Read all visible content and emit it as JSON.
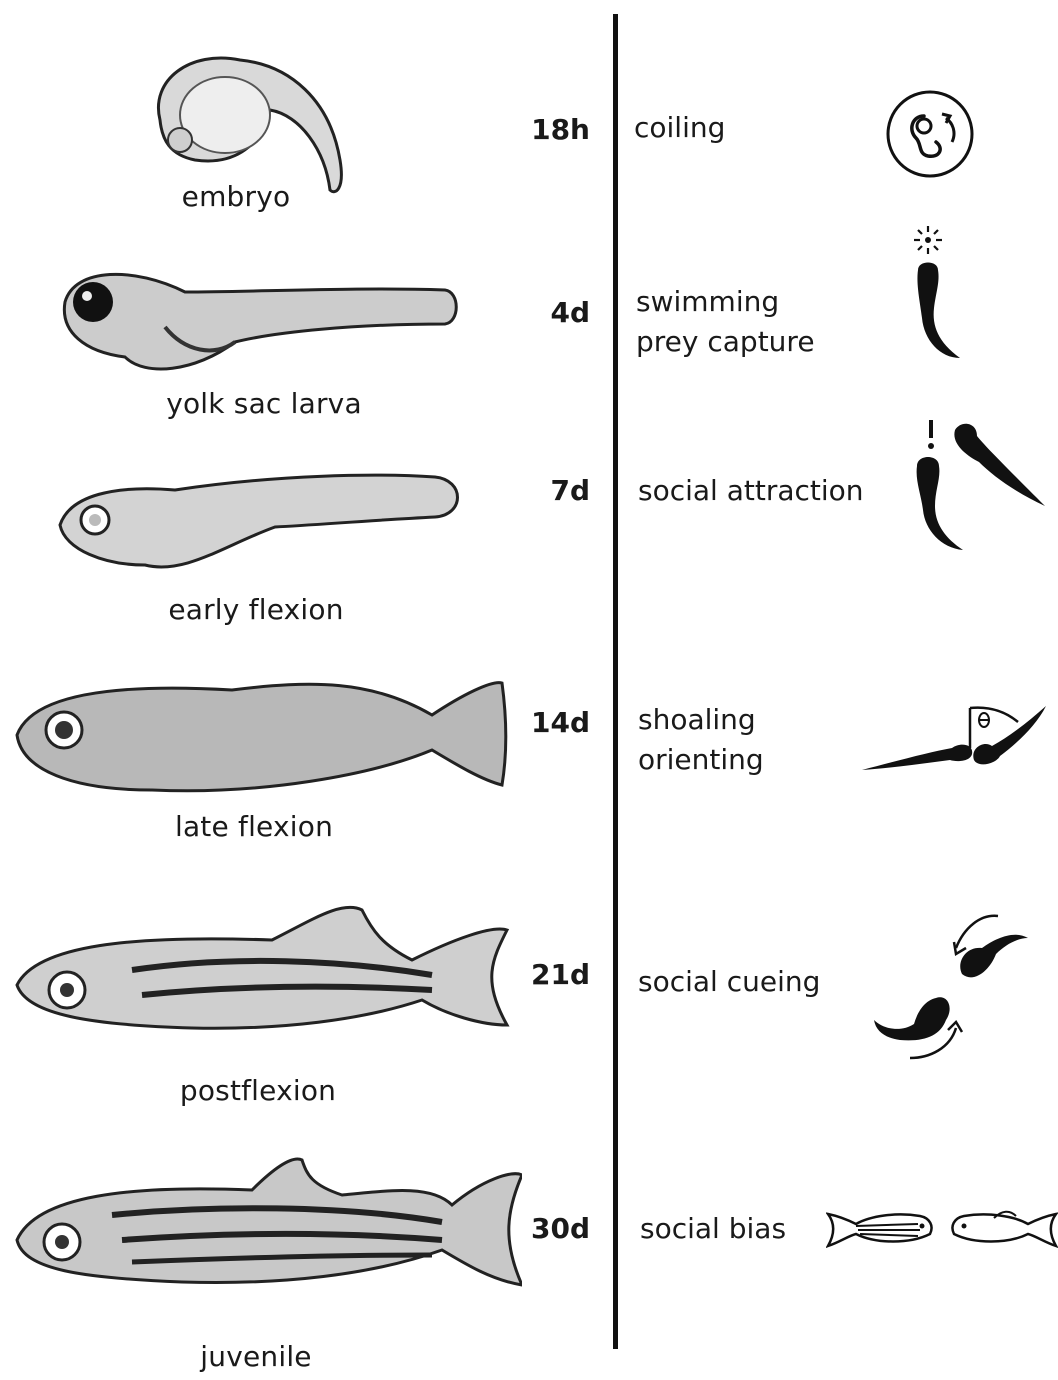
{
  "stages": [
    {
      "name": "embryo",
      "time": "18h",
      "behavior": [
        "coiling"
      ],
      "icon": "embryo-coil-icon"
    },
    {
      "name": "yolk sac larva",
      "time": "4d",
      "behavior": [
        "swimming",
        "prey capture"
      ],
      "icon": "larva-prey-icon"
    },
    {
      "name": "early flexion",
      "time": "7d",
      "behavior": [
        "social attraction"
      ],
      "icon": "two-larvae-attraction-icon"
    },
    {
      "name": "late flexion",
      "time": "14d",
      "behavior": [
        "shoaling",
        "orienting"
      ],
      "icon": "orienting-angle-icon"
    },
    {
      "name": "postflexion",
      "time": "21d",
      "behavior": [
        "social cueing"
      ],
      "icon": "circling-fish-icon"
    },
    {
      "name": "juvenile",
      "time": "30d",
      "behavior": [
        "social bias"
      ],
      "icon": "two-fish-outline-icon"
    }
  ]
}
